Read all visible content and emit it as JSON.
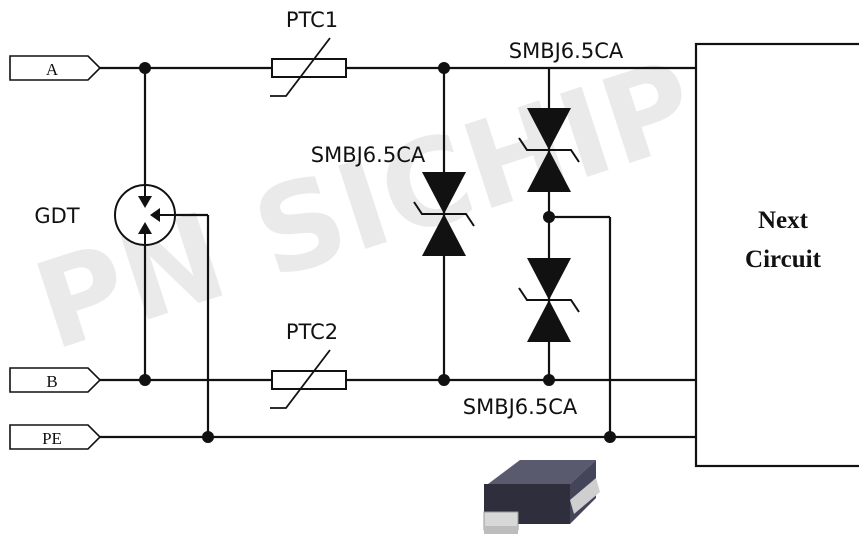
{
  "watermark": "PN SICHIP",
  "ports": {
    "a": "A",
    "b": "B",
    "pe": "PE"
  },
  "components": {
    "ptc1": "PTC1",
    "ptc2": "PTC2",
    "gdt": "GDT",
    "tvs_top_right": "SMBJ6.5CA",
    "tvs_middle": "SMBJ6.5CA",
    "tvs_bottom": "SMBJ6.5CA"
  },
  "next_circuit": {
    "line1": "Next",
    "line2": "Circuit"
  },
  "package_image": "smb-package-icon",
  "colors": {
    "line": "#111111",
    "package_body": "#3a3a4a",
    "package_lead": "#d0d0d0"
  }
}
